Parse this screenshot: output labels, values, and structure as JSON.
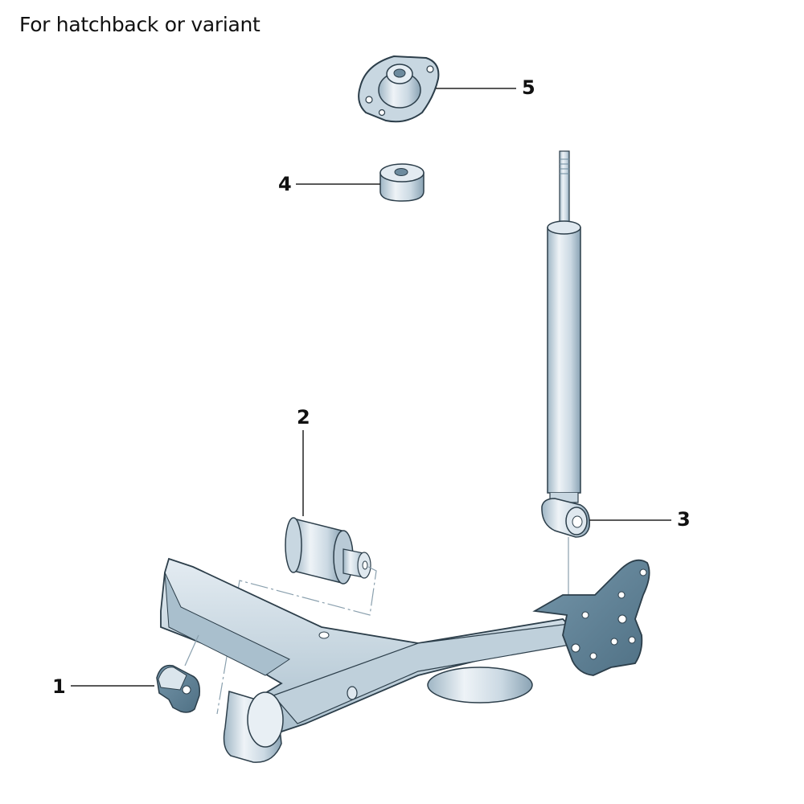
{
  "header": {
    "title": "For hatchback or variant"
  },
  "colors": {
    "part_light": "#dde7ee",
    "part_mid": "#b9cad6",
    "part_dark": "#5d7f93",
    "outline": "#2c3e4a",
    "leader": "#222222"
  },
  "callouts": [
    {
      "number": "1",
      "part": "bracket"
    },
    {
      "number": "2",
      "part": "bonded-rubber-bush"
    },
    {
      "number": "3",
      "part": "shock-absorber"
    },
    {
      "number": "4",
      "part": "stop-buffer"
    },
    {
      "number": "5",
      "part": "shock-absorber-mounting"
    }
  ]
}
